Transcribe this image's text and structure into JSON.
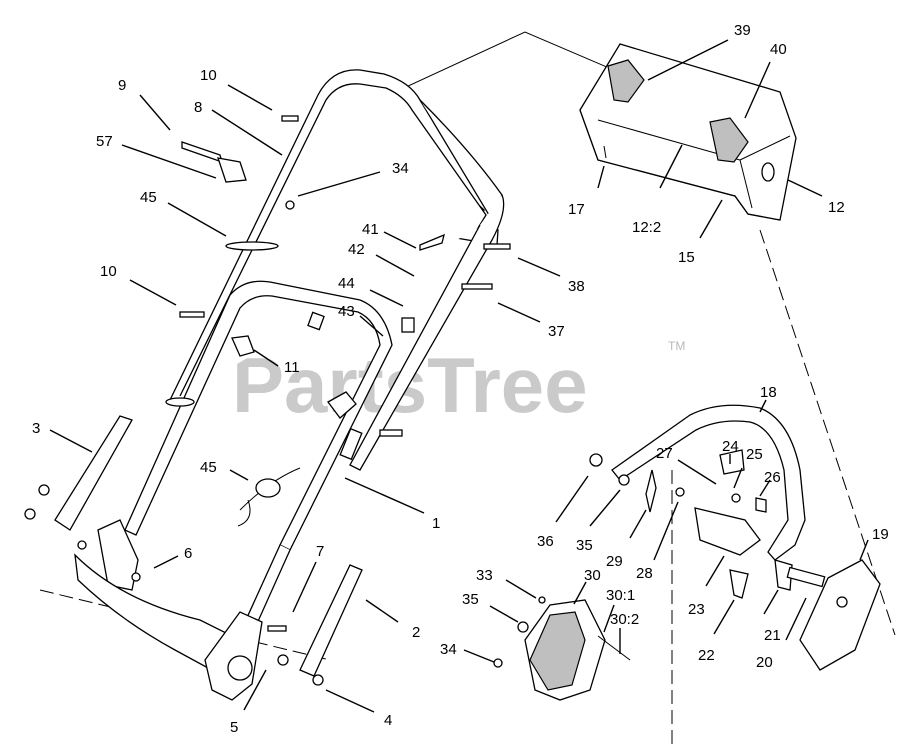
{
  "watermark": {
    "text": "PartsTree",
    "trademark": "TM"
  },
  "callouts": [
    {
      "label": "9"
    },
    {
      "label": "10"
    },
    {
      "label": "8"
    },
    {
      "label": "57"
    },
    {
      "label": "34"
    },
    {
      "label": "45"
    },
    {
      "label": "41"
    },
    {
      "label": "42"
    },
    {
      "label": "38"
    },
    {
      "label": "10"
    },
    {
      "label": "44"
    },
    {
      "label": "43"
    },
    {
      "label": "37"
    },
    {
      "label": "11"
    },
    {
      "label": "3"
    },
    {
      "label": "45"
    },
    {
      "label": "1"
    },
    {
      "label": "6"
    },
    {
      "label": "7"
    },
    {
      "label": "2"
    },
    {
      "label": "5"
    },
    {
      "label": "4"
    },
    {
      "label": "39"
    },
    {
      "label": "40"
    },
    {
      "label": "17"
    },
    {
      "label": "12:2"
    },
    {
      "label": "12"
    },
    {
      "label": "15"
    },
    {
      "label": "18"
    },
    {
      "label": "27"
    },
    {
      "label": "24"
    },
    {
      "label": "25"
    },
    {
      "label": "26"
    },
    {
      "label": "36"
    },
    {
      "label": "35"
    },
    {
      "label": "29"
    },
    {
      "label": "28"
    },
    {
      "label": "19"
    },
    {
      "label": "33"
    },
    {
      "label": "30"
    },
    {
      "label": "35"
    },
    {
      "label": "30:1"
    },
    {
      "label": "30:2"
    },
    {
      "label": "23"
    },
    {
      "label": "34"
    },
    {
      "label": "22"
    },
    {
      "label": "21"
    },
    {
      "label": "20"
    }
  ]
}
